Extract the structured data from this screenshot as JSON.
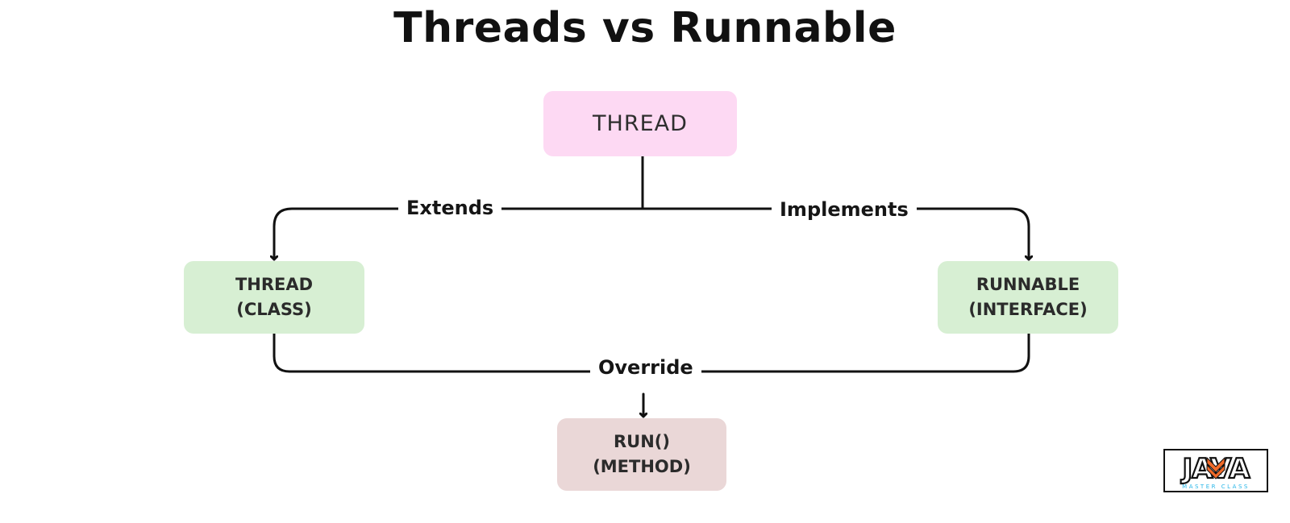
{
  "title": "Threads vs Runnable",
  "nodes": {
    "thread": {
      "label": "THREAD"
    },
    "thread_class": {
      "line1": "THREAD",
      "line2": "(CLASS)"
    },
    "runnable": {
      "line1": "RUNNABLE",
      "line2": "(INTERFACE)"
    },
    "run_method": {
      "line1": "RUN()",
      "line2": "(METHOD)"
    }
  },
  "edges": {
    "extends": "Extends",
    "implements": "Implements",
    "override": "Override"
  },
  "logo": {
    "text": "JAVA",
    "subtitle": "MASTER CLASS",
    "accent_color": "#f26b2a",
    "subtitle_color": "#29b6e8"
  },
  "colors": {
    "thread_fill": "#fdd9f3",
    "class_fill": "#d7efd3",
    "method_fill": "#ead7d7",
    "line": "#111111"
  }
}
